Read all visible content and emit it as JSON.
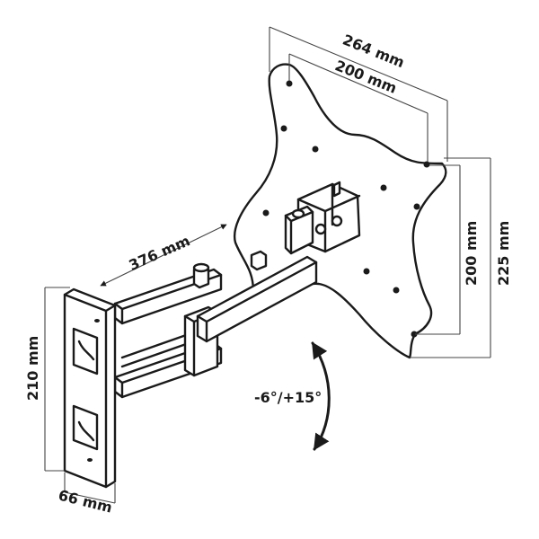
{
  "dimensions": {
    "vesa_outer": "264 mm",
    "vesa_inner": "200 mm",
    "arm_length": "376 mm",
    "vertical_inner": "200 mm",
    "vertical_outer": "225 mm",
    "wall_plate_height": "210 mm",
    "wall_plate_width": "66 mm"
  },
  "tilt": {
    "label": "-6°/+15°"
  },
  "colors": {
    "ink": "#1a1a1a",
    "background": "#ffffff"
  }
}
